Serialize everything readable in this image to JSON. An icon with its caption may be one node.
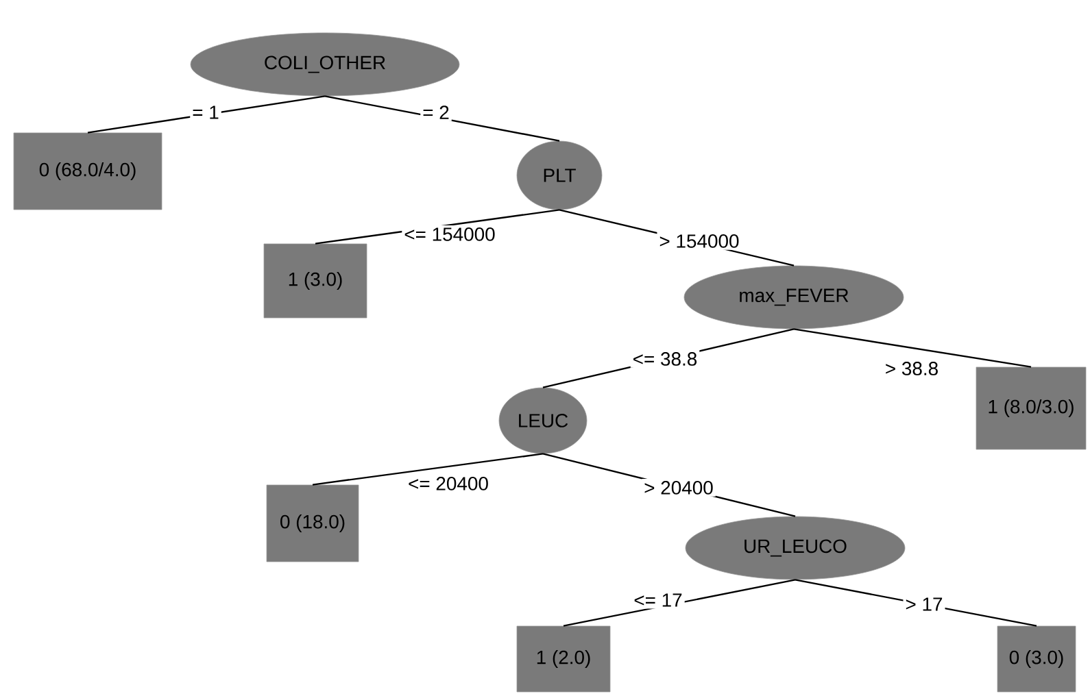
{
  "diagram": {
    "nodes": [
      {
        "text": [
          "COLI_OTHER"
        ]
      },
      {
        "text": [
          "0 (68.0/4.0)"
        ]
      },
      {
        "text": [
          "PLT"
        ]
      },
      {
        "text": [
          "1 (3.0)"
        ]
      },
      {
        "text": [
          "max_FEVER"
        ]
      },
      {
        "text": [
          "LEUC"
        ]
      },
      {
        "text": [
          "1 (8.0/3.0)"
        ]
      },
      {
        "text": [
          "0 (18.0)"
        ]
      },
      {
        "text": [
          "UR_LEUCO"
        ]
      },
      {
        "text": [
          "1 (2.0)"
        ]
      },
      {
        "text": [
          "0 (3.0)"
        ]
      }
    ],
    "edges": [
      {
        "from": 0,
        "to": 1,
        "arrow": "none",
        "label": "= 1"
      },
      {
        "from": 0,
        "to": 2,
        "arrow": "none",
        "label": "= 2"
      },
      {
        "from": 2,
        "to": 3,
        "arrow": "none",
        "label": "<= 154000"
      },
      {
        "from": 2,
        "to": 4,
        "arrow": "none",
        "label": "> 154000"
      },
      {
        "from": 4,
        "to": 5,
        "arrow": "none",
        "label": "<= 38.8"
      },
      {
        "from": 4,
        "to": 6,
        "arrow": "none",
        "label": "> 38.8"
      },
      {
        "from": 5,
        "to": 7,
        "arrow": "none",
        "label": "<= 20400"
      },
      {
        "from": 5,
        "to": 8,
        "arrow": "none",
        "label": "> 20400"
      },
      {
        "from": 8,
        "to": 9,
        "arrow": "none",
        "label": "<= 17"
      },
      {
        "from": 8,
        "to": 10,
        "arrow": "none",
        "label": "> 17"
      }
    ]
  }
}
